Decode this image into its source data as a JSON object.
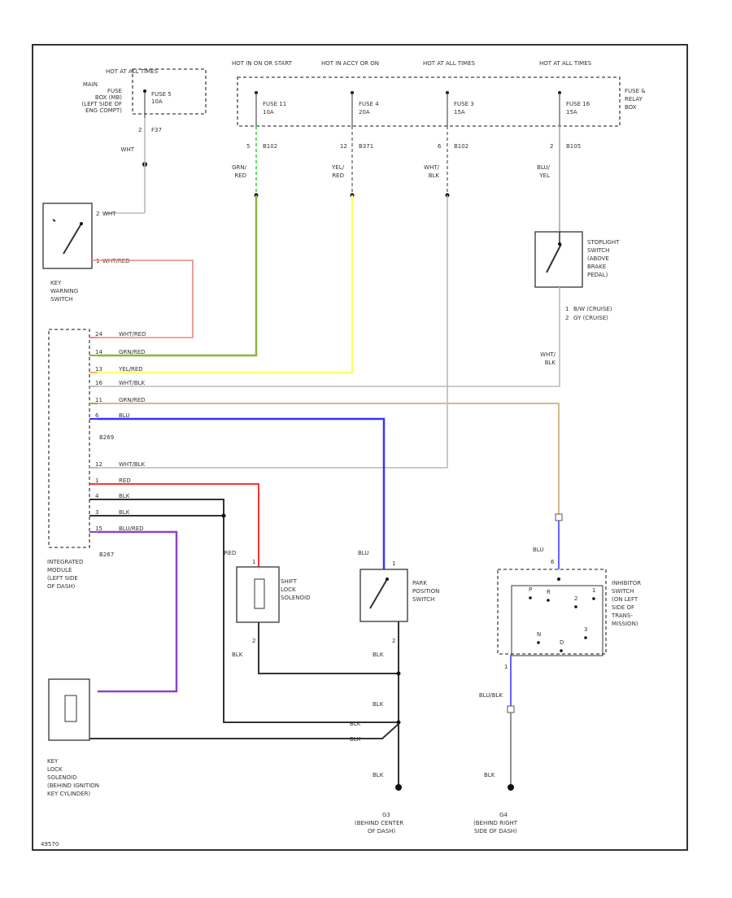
{
  "header_labels": [
    "HOT AT ALL TIMES",
    "HOT IN ON OR START",
    "HOT IN ACCY OR ON",
    "HOT AT ALL TIMES",
    "HOT AT ALL TIMES"
  ],
  "fuse_relay_box_label": [
    "FUSE &",
    "RELAY",
    "BOX"
  ],
  "main_fuse_box_label": [
    "MAIN",
    "FUSE",
    "BOX (MB)",
    "(LEFT SIDE OF",
    "ENG COMPT)"
  ],
  "fuses": [
    {
      "name": "FUSE 5",
      "rating": "10A"
    },
    {
      "name": "FUSE 11",
      "rating": "10A"
    },
    {
      "name": "FUSE 4",
      "rating": "20A"
    },
    {
      "name": "FUSE 3",
      "rating": "15A"
    },
    {
      "name": "FUSE 16",
      "rating": "15A"
    }
  ],
  "connector_labels": [
    "F37",
    "B102",
    "B371",
    "B102",
    "B105"
  ],
  "pin_numbers": [
    "2",
    "5",
    "12",
    "6",
    "2"
  ],
  "wire_labels": {
    "top_wht": "WHT",
    "grn_red": [
      "GRN/",
      "RED"
    ],
    "yel_red": [
      "YEL/",
      "RED"
    ],
    "wht_blk": [
      "WHT/",
      "BLK"
    ],
    "blu_yel": [
      "BLU/",
      "YEL"
    ],
    "ksw_wht": "WHT",
    "ksw_wht_red": "WHT/RED",
    "stop_wht_blk": [
      "WHT/",
      "BLK"
    ],
    "red_solenoid": "RED",
    "blu_park": "BLU",
    "blu_inhib": "BLU",
    "blk_solenoid": "BLK",
    "blk_park": "BLK",
    "blk_mid": "BLK",
    "blk_bottom": "BLK",
    "blu_blk": "BLU/BLK",
    "blk_g4": "BLK",
    "blk_cross1": "BLK",
    "blk_cross2": "BLK"
  },
  "key_switch_pins": [
    "2",
    "1"
  ],
  "stop_switch_pins": [
    "1",
    "2"
  ],
  "module_pins": [
    {
      "pin": "24",
      "wire": "WHT/RED"
    },
    {
      "pin": "14",
      "wire": "GRN/RED"
    },
    {
      "pin": "13",
      "wire": "YEL/RED"
    },
    {
      "pin": "16",
      "wire": "WHT/BLK"
    },
    {
      "pin": "11",
      "wire": "GRN/RED"
    },
    {
      "pin": "6",
      "wire": "BLU"
    },
    {
      "pin": "12",
      "wire": "WHT/BLK"
    },
    {
      "pin": "1",
      "wire": "RED"
    },
    {
      "pin": "4",
      "wire": "BLK"
    },
    {
      "pin": "3",
      "wire": "BLK"
    },
    {
      "pin": "15",
      "wire": "BLU/RED"
    }
  ],
  "module_connectors": [
    "B269",
    "B267"
  ],
  "components": {
    "key_warning_switch": [
      "KEY",
      "WARNING",
      "SWITCH"
    ],
    "stoplight_switch": [
      "STOPLIGHT",
      "SWITCH",
      "(ABOVE",
      "BRAKE",
      "PEDAL)"
    ],
    "stop_pin_notes": [
      "B/W (CRUISE)",
      "GY (CRUISE)"
    ],
    "integrated_module": [
      "INTEGRATED",
      "MODULE",
      "(LEFT SIDE",
      "OF DASH)"
    ],
    "shift_lock_solenoid": [
      "SHIFT",
      "LOCK",
      "SOLENOID"
    ],
    "park_position_switch": [
      "PARK",
      "POSITION",
      "SWITCH"
    ],
    "inhibitor_switch": [
      "INHIBITOR",
      "SWITCH",
      "(ON LEFT",
      "SIDE OF",
      "TRANS-",
      "MISSION)"
    ],
    "key_lock_solenoid": [
      "KEY",
      "LOCK",
      "SOLENOID",
      "(BEHIND IGNITION",
      "KEY CYLINDER)"
    ],
    "ground_g3": [
      "G3",
      "(BEHIND CENTER",
      "OF DASH)"
    ],
    "ground_g4": [
      "G4",
      "(BEHIND RIGHT",
      "SIDE OF DASH)"
    ]
  },
  "solenoid_pins": [
    "1",
    "2"
  ],
  "park_pins": [
    "1",
    "2"
  ],
  "inhibitor_pins": [
    "P",
    "R",
    "N",
    "D",
    "3",
    "2",
    "1"
  ],
  "inhibitor_pin_numbers": [
    "6",
    "1"
  ],
  "diagram_id": "49570",
  "colors": {
    "grn_red": "#8bb63a",
    "yel_red": "#ffff66",
    "wht_red": "#e8887e",
    "grn_red_light": "#d8b98a",
    "blu": "#3333ff",
    "red": "#ff3333",
    "blu_red": "#8e44c6",
    "blk": "#333333",
    "wht": "#bbbbbb",
    "yel_orange": "#ffb070",
    "green_dash": "#66dd66"
  }
}
